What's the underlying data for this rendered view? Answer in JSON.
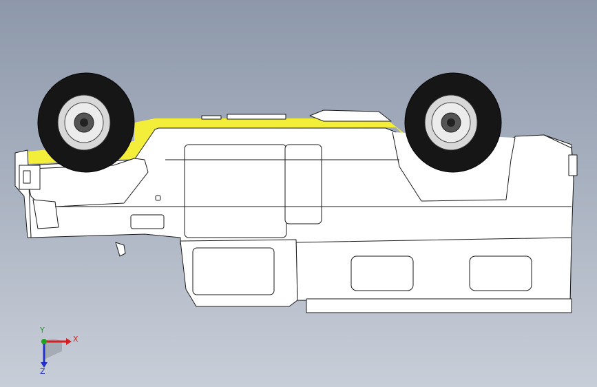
{
  "viewport": {
    "background_top": "#8d98aa",
    "background_bottom": "#c8ced8"
  },
  "model": {
    "body_color": "#ffffff",
    "stripe_color": "#f2ee3a",
    "outline_color": "#1a1a1a",
    "tire_color": "#161616",
    "hub_color": "#d8d8d8"
  },
  "triad": {
    "x_label": "X",
    "y_label": "Y",
    "z_label": "Z",
    "x_color": "#d42020",
    "y_color": "#1fa01f",
    "z_color": "#2030c8"
  }
}
